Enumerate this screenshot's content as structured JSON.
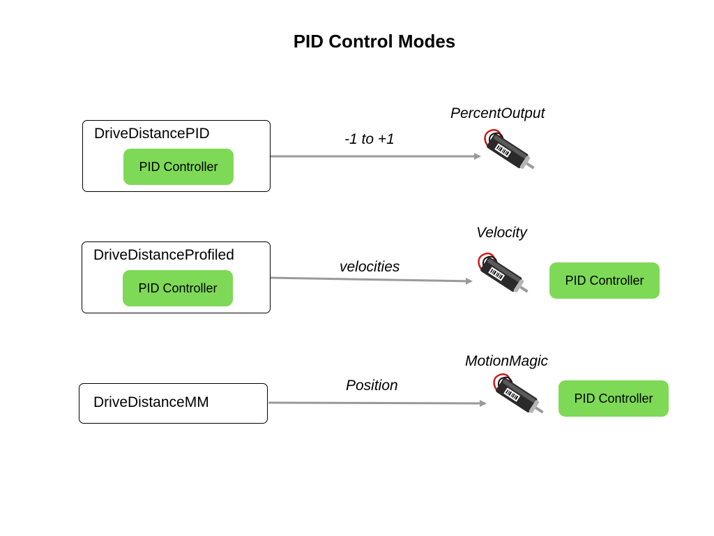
{
  "title": "PID Control Modes",
  "colors": {
    "pid_fill": "#7ed957",
    "arrow": "#9a9a9a",
    "border": "#000000"
  },
  "rows": [
    {
      "command": "DriveDistancePID",
      "command_pid": "PID Controller",
      "signal": "-1 to +1",
      "mode": "PercentOutput",
      "motor_pid": ""
    },
    {
      "command": "DriveDistanceProfiled",
      "command_pid": "PID Controller",
      "signal": "velocities",
      "mode": "Velocity",
      "motor_pid": "PID Controller"
    },
    {
      "command": "DriveDistanceMM",
      "command_pid": "",
      "signal": "Position",
      "mode": "MotionMagic",
      "motor_pid": "PID Controller"
    }
  ]
}
